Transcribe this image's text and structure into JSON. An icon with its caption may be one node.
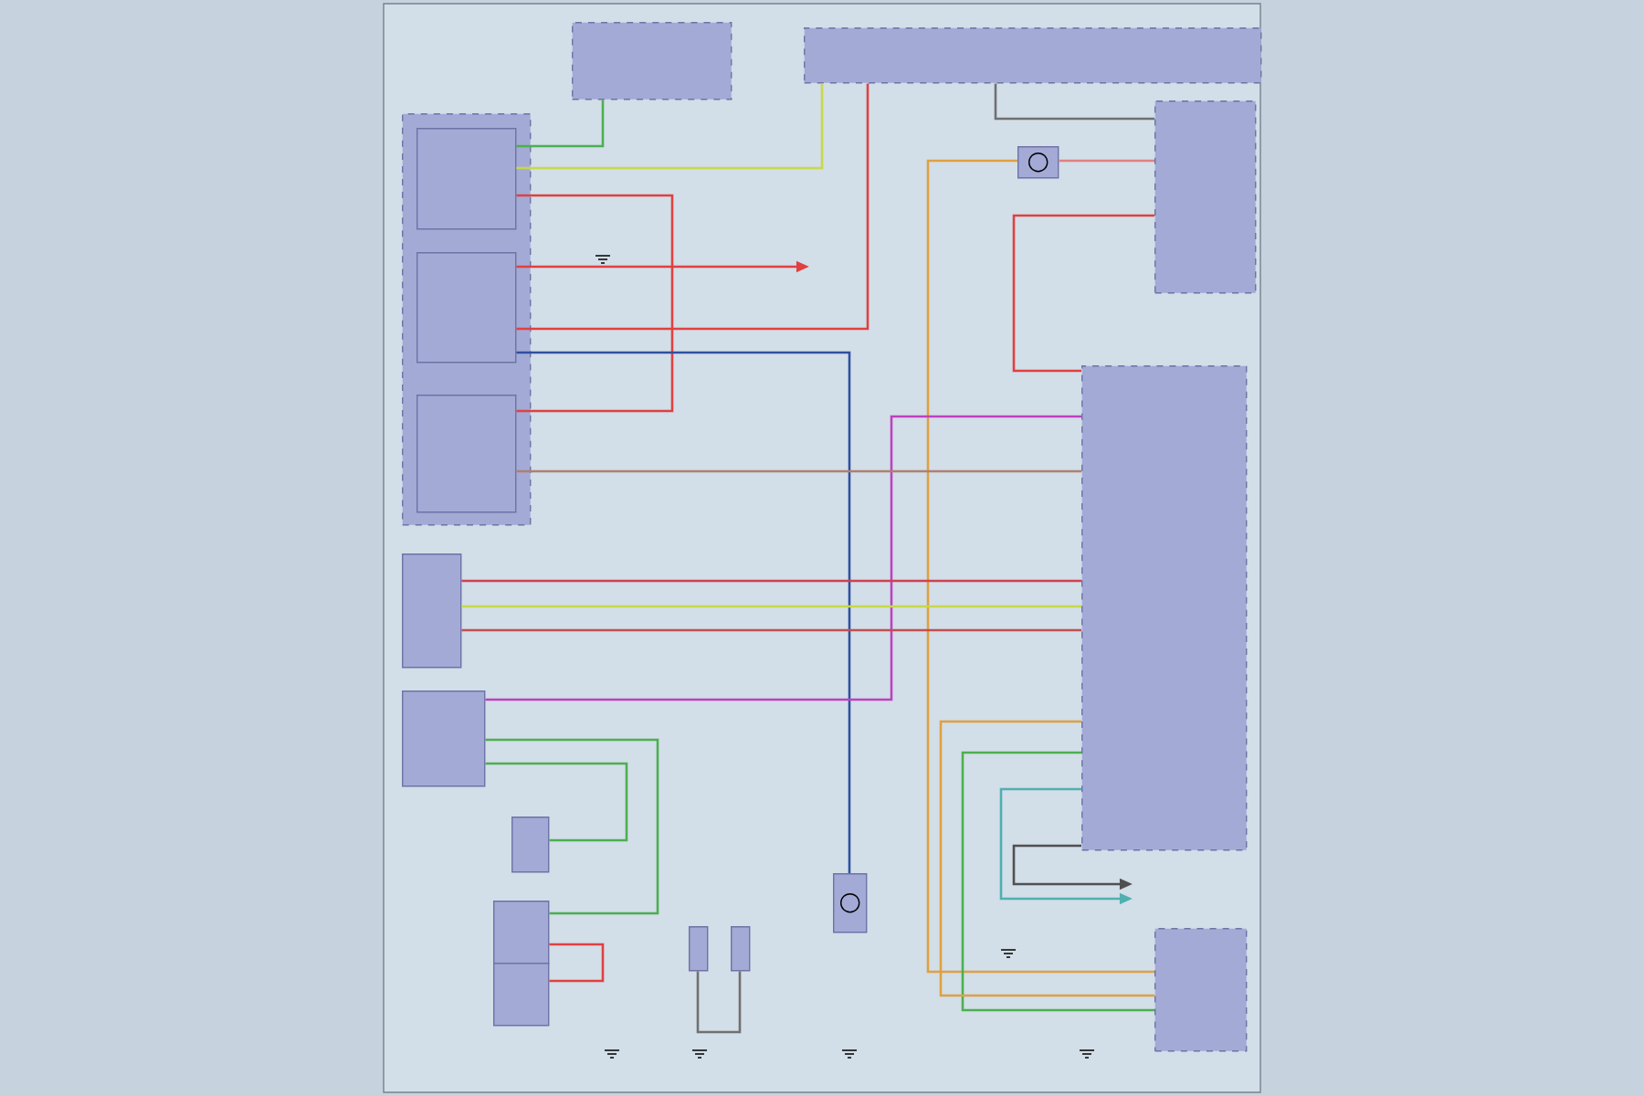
{
  "diagram": {
    "nodes": [
      {
        "text": [],
        "shape": "box"
      },
      {
        "text": [],
        "shape": "box"
      },
      {
        "text": [],
        "shape": "box"
      },
      {
        "text": [],
        "shape": "box"
      },
      {
        "text": [],
        "shape": "box",
        "in": 3
      },
      {
        "text": [],
        "shape": "box",
        "in": 3
      },
      {
        "text": [],
        "shape": "box",
        "in": 3
      },
      {
        "text": [],
        "shape": "box"
      },
      {
        "text": [],
        "shape": "box"
      },
      {
        "text": [],
        "shape": "box"
      },
      {
        "text": [],
        "shape": "box"
      },
      {
        "text": [],
        "shape": "box"
      },
      {
        "text": [],
        "shape": "box"
      },
      {
        "text": [],
        "shape": "box"
      },
      {
        "text": [],
        "shape": "box"
      },
      {
        "text": [],
        "shape": "box"
      },
      {
        "text": [],
        "shape": "box"
      },
      {
        "text": [],
        "shape": "box"
      }
    ],
    "edges": [
      {
        "from": 4,
        "to": 0,
        "arrow": "none",
        "color": "#4caf50"
      },
      {
        "from": 4,
        "to": 1,
        "arrow": "none",
        "color": "#c8d84a"
      },
      {
        "from": 4,
        "to": 6,
        "arrow": "none",
        "color": "#e04040"
      },
      {
        "from": 5,
        "to": null,
        "arrow": "to",
        "color": "#e04040"
      },
      {
        "from": 5,
        "to": 16,
        "arrow": "none",
        "color": "#3050a0"
      },
      {
        "from": 2,
        "to": 13,
        "arrow": "none",
        "color": "#e04040"
      },
      {
        "from": 1,
        "to": 5,
        "arrow": "none",
        "color": "#e04040"
      },
      {
        "from": 1,
        "to": 2,
        "arrow": "none",
        "color": "#707070"
      },
      {
        "from": 12,
        "to": 17,
        "arrow": "none",
        "color": "#e0a040"
      },
      {
        "from": 12,
        "to": 2,
        "arrow": "none",
        "color": "#e08080"
      },
      {
        "from": 8,
        "to": 13,
        "arrow": "none",
        "color": "#c040c0"
      },
      {
        "from": 7,
        "to": 13,
        "arrow": "none",
        "color": "#d04050"
      },
      {
        "from": 7,
        "to": 13,
        "arrow": "none",
        "color": "#c8d84a"
      },
      {
        "from": 7,
        "to": 13,
        "arrow": "none",
        "color": "#c05050"
      },
      {
        "from": 6,
        "to": 13,
        "arrow": "none",
        "color": "#b08070"
      },
      {
        "from": 8,
        "to": 9,
        "arrow": "none",
        "color": "#4caf50"
      },
      {
        "from": 8,
        "to": 10,
        "arrow": "none",
        "color": "#4caf50"
      },
      {
        "from": 10,
        "to": 11,
        "arrow": "none",
        "color": "#e04040"
      },
      {
        "from": 14,
        "to": 15,
        "arrow": "none",
        "color": "#707070"
      },
      {
        "from": 13,
        "to": 17,
        "arrow": "none",
        "color": "#4caf50"
      },
      {
        "from": 13,
        "to": 17,
        "arrow": "none",
        "color": "#e0a040"
      },
      {
        "from": 13,
        "to": null,
        "arrow": "to",
        "color": "#50b0b0"
      },
      {
        "from": 13,
        "to": null,
        "arrow": "to",
        "color": "#505050"
      }
    ]
  }
}
